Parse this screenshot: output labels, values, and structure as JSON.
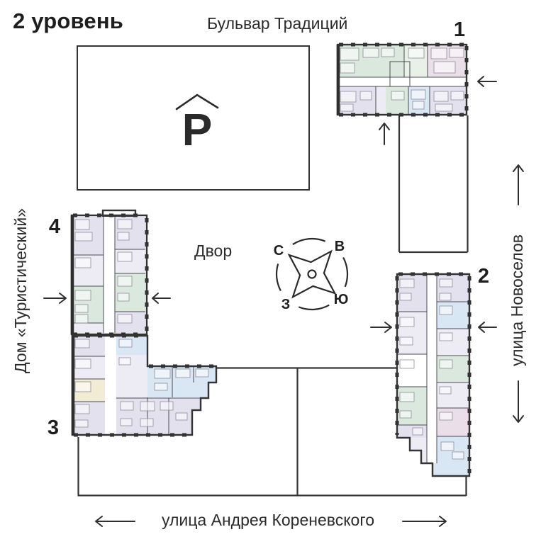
{
  "title": "2 уровень",
  "streets": {
    "top": "Бульвар Традиций",
    "left": "Дом «Туристический»",
    "right": "улица Новоселов",
    "bottom": "улица Андрея Кореневского"
  },
  "courtyard_label": "Двор",
  "parking": {
    "symbol": "P"
  },
  "compass": {
    "n": "С",
    "e": "В",
    "w": "З",
    "s": "Ю"
  },
  "buildings": {
    "b1": {
      "number": "1"
    },
    "b2": {
      "number": "2"
    },
    "b3": {
      "number": "3"
    },
    "b4": {
      "number": "4"
    }
  },
  "palette": {
    "wall": "#343434",
    "green": "#dbe8dd",
    "sage": "#e9f0e8",
    "lavender": "#e4e1ef",
    "pale": "#edecf5",
    "blue": "#d9e6f3",
    "pink": "#eadfe9",
    "cream": "#f3ecd5"
  }
}
